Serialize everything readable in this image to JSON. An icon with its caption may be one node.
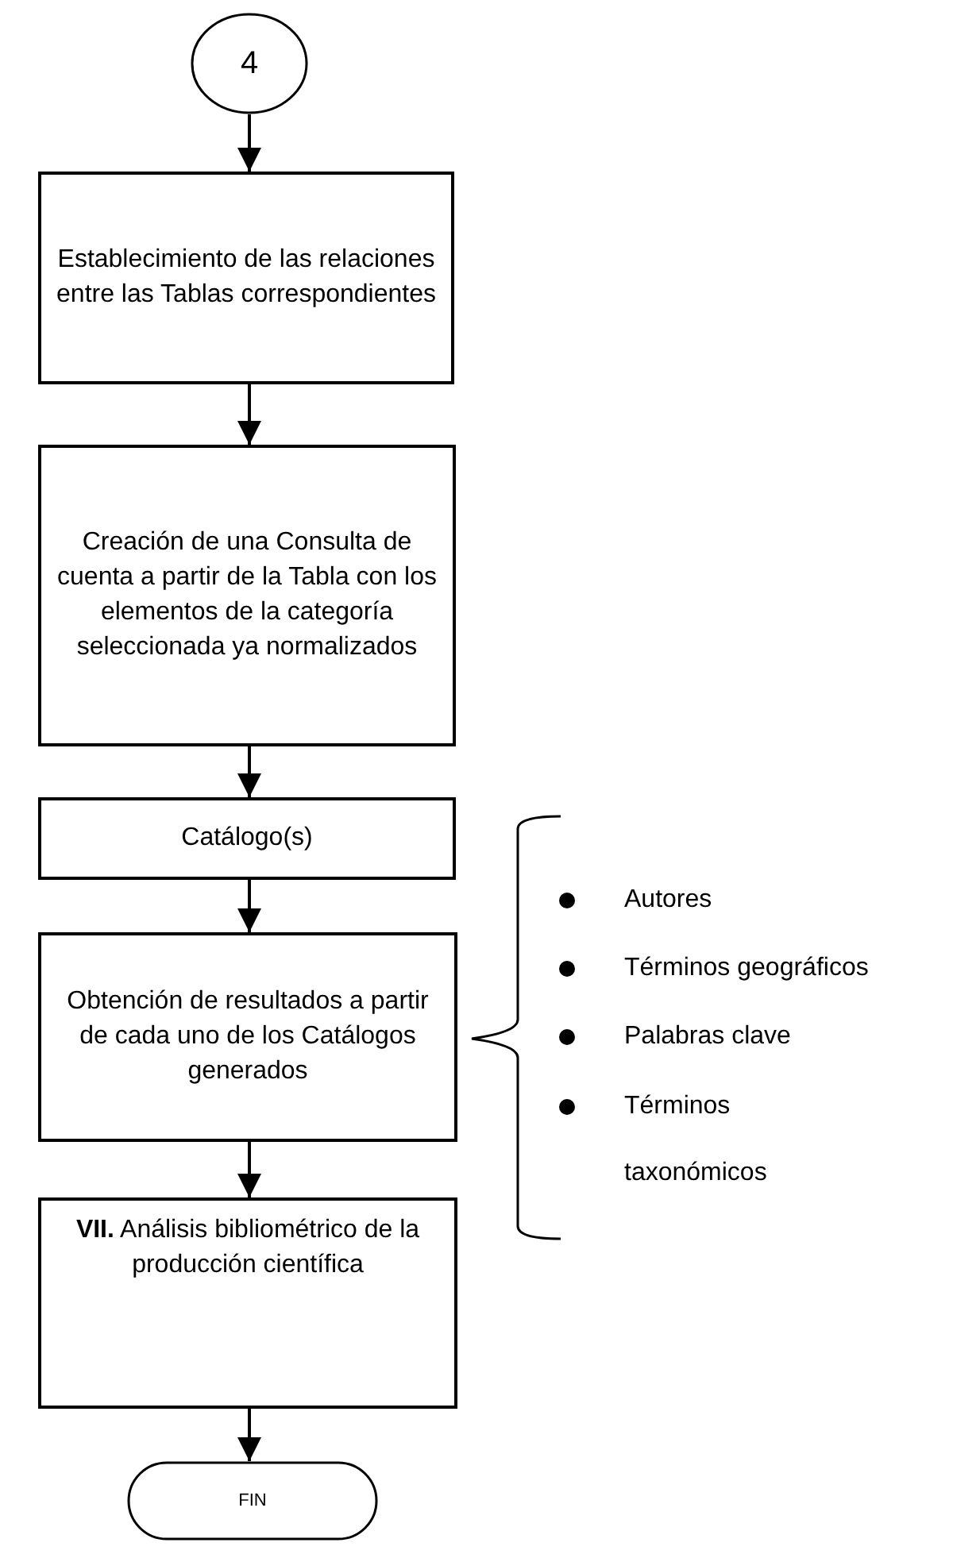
{
  "diagram": {
    "nodes": [
      {
        "text": [
          "4"
        ]
      },
      {
        "text": [
          "Establecimiento de las relaciones entre las Tablas correspondientes"
        ]
      },
      {
        "text": [
          "Creación de una Consulta de cuenta a partir de la Tabla con los elementos de la categoría seleccionada ya normalizados"
        ]
      },
      {
        "text": [
          "Catálogo(s)"
        ]
      },
      {
        "text": [
          "Obtención de resultados a partir de cada uno de los Catálogos generados"
        ]
      },
      {
        "text": [
          "**VII.** Análisis bibliométrico de la producción científica"
        ]
      },
      {
        "text": [
          "FIN"
        ]
      }
    ],
    "edges": [
      {
        "from": 0,
        "to": 1,
        "arrow": "to"
      },
      {
        "from": 1,
        "to": 2,
        "arrow": "to"
      },
      {
        "from": 2,
        "to": 3,
        "arrow": "to"
      },
      {
        "from": 3,
        "to": 4,
        "arrow": "to"
      },
      {
        "from": 4,
        "to": 5,
        "arrow": "to"
      },
      {
        "from": 5,
        "to": 6,
        "arrow": "to"
      }
    ],
    "labels": [
      "Autores",
      "Términos geográficos",
      "Palabras clave",
      "Términos taxonómicos"
    ]
  }
}
